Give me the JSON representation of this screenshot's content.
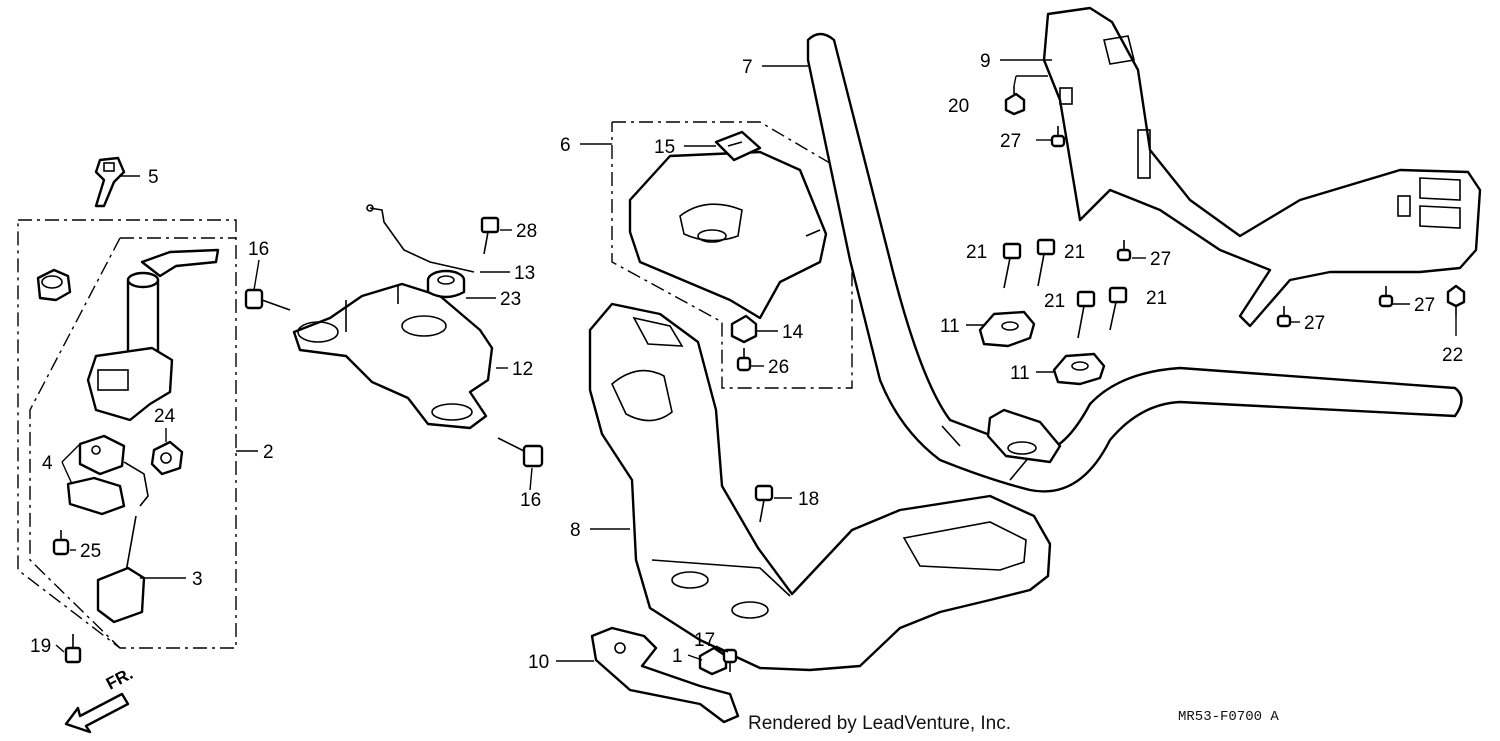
{
  "diagram": {
    "callouts": {
      "c1": "1",
      "c2": "2",
      "c3": "3",
      "c4": "4",
      "c5": "5",
      "c6": "6",
      "c7": "7",
      "c8": "8",
      "c9": "9",
      "c10": "10",
      "c11a": "11",
      "c11b": "11",
      "c12": "12",
      "c13": "13",
      "c14": "14",
      "c15": "15",
      "c16a": "16",
      "c16b": "16",
      "c17": "17",
      "c18": "18",
      "c19": "19",
      "c20": "20",
      "c21a": "21",
      "c21b": "21",
      "c21c": "21",
      "c21d": "21",
      "c22": "22",
      "c23": "23",
      "c24": "24",
      "c25": "25",
      "c26": "26",
      "c27a": "27",
      "c27b": "27",
      "c27c": "27",
      "c27d": "27",
      "c28": "28"
    },
    "direction_marker": "FR.",
    "footer_text": "Rendered by LeadVenture, Inc.",
    "diagram_code": "MR53-F0700 A"
  }
}
